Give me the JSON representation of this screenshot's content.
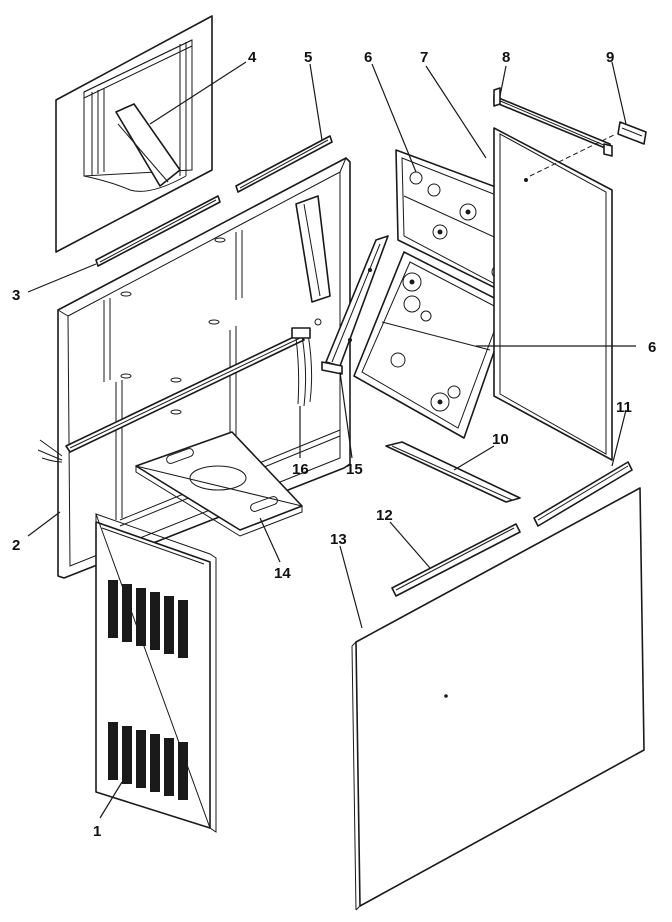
{
  "diagram": {
    "callouts": [
      "1",
      "2",
      "3",
      "4",
      "5",
      "6",
      "6",
      "7",
      "8",
      "9",
      "10",
      "11",
      "12",
      "13",
      "14",
      "15",
      "16"
    ]
  }
}
